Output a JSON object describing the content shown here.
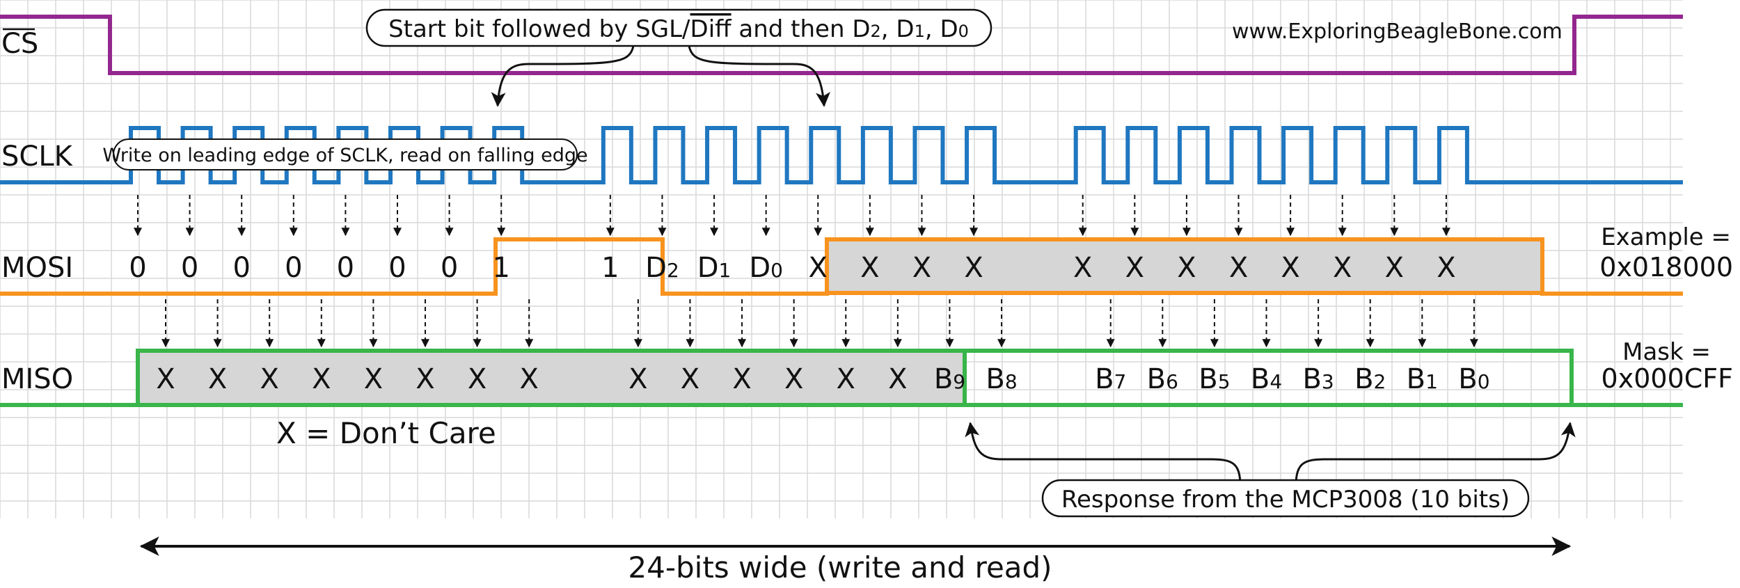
{
  "signals": {
    "cs": "CS",
    "sclk": "SCLK",
    "mosi": "MOSI",
    "miso": "MISO"
  },
  "website": "www.ExploringBeagleBone.com",
  "callouts": {
    "start_bit": {
      "before": "Start bit followed by SGL/",
      "overline": "Diff",
      "mid": " and then D",
      "sub1": "2",
      "sep1": ", D",
      "sub2": "1",
      "sep2": ", D",
      "sub3": "0"
    },
    "clock_edge": "Write on leading edge of SCLK, read on falling edge",
    "response": "Response from the MCP3008 (10 bits)",
    "dont_care": "X = Don’t Care",
    "width": "24-bits wide (write and read)"
  },
  "example": {
    "label": "Example =",
    "value": "0x018000"
  },
  "mask": {
    "label": "Mask =",
    "value": "0x000CFF"
  },
  "mosi_bits": [
    {
      "t": "0"
    },
    {
      "t": "0"
    },
    {
      "t": "0"
    },
    {
      "t": "0"
    },
    {
      "t": "0"
    },
    {
      "t": "0"
    },
    {
      "t": "0"
    },
    {
      "t": "1"
    },
    {
      "t": "1"
    },
    {
      "t": "D",
      "s": "2"
    },
    {
      "t": "D",
      "s": "1"
    },
    {
      "t": "D",
      "s": "0"
    },
    {
      "t": "X"
    },
    {
      "t": "X"
    },
    {
      "t": "X"
    },
    {
      "t": "X"
    },
    {
      "t": "X"
    },
    {
      "t": "X"
    },
    {
      "t": "X"
    },
    {
      "t": "X"
    },
    {
      "t": "X"
    },
    {
      "t": "X"
    },
    {
      "t": "X"
    },
    {
      "t": "X"
    }
  ],
  "miso_bits": [
    {
      "t": "X"
    },
    {
      "t": "X"
    },
    {
      "t": "X"
    },
    {
      "t": "X"
    },
    {
      "t": "X"
    },
    {
      "t": "X"
    },
    {
      "t": "X"
    },
    {
      "t": "X"
    },
    {
      "t": "X"
    },
    {
      "t": "X"
    },
    {
      "t": "X"
    },
    {
      "t": "X"
    },
    {
      "t": "X"
    },
    {
      "t": "X"
    },
    {
      "t": "B",
      "s": "9"
    },
    {
      "t": "B",
      "s": "8"
    },
    {
      "t": "B",
      "s": "7"
    },
    {
      "t": "B",
      "s": "6"
    },
    {
      "t": "B",
      "s": "5"
    },
    {
      "t": "B",
      "s": "4"
    },
    {
      "t": "B",
      "s": "3"
    },
    {
      "t": "B",
      "s": "2"
    },
    {
      "t": "B",
      "s": "1"
    },
    {
      "t": "B",
      "s": "0"
    }
  ],
  "colors": {
    "cs": "#93278f",
    "sclk": "#1f77c0",
    "mosi": "#f7931e",
    "miso": "#39b54a",
    "grid": "#d9d9d9",
    "fill": "#d6d6d6"
  }
}
